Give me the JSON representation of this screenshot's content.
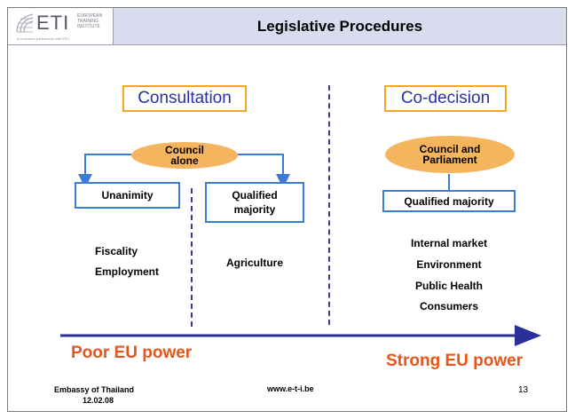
{
  "header": {
    "title": "Legislative Procedures",
    "logo": {
      "name": "ETI",
      "sub_lines": [
        "EUROPEAN",
        "TRAINING",
        "INSTITUTE"
      ],
      "tagline": "in exclusive partnership with ERC"
    }
  },
  "consultation": {
    "title": "Consultation",
    "decider": [
      "Council",
      "alone"
    ],
    "branches": [
      {
        "box": [
          "Unanimity"
        ],
        "items": [
          "Fiscality",
          "Employment"
        ]
      },
      {
        "box": [
          "Qualified",
          "majority"
        ],
        "items": [
          "Agriculture"
        ]
      }
    ]
  },
  "codecision": {
    "title": "Co-decision",
    "decider": [
      "Council and",
      "Parliament"
    ],
    "box": "Qualified majority",
    "items": [
      "Internal market",
      "Environment",
      "Public Health",
      "Consumers"
    ]
  },
  "axis": {
    "left_label": "Poor EU power",
    "right_label": "Strong EU power"
  },
  "footer": {
    "organization": "Embassy of Thailand",
    "date": "12.02.08",
    "url": "www.e-t-i.be",
    "page_number": "13"
  },
  "colors": {
    "accent_box_border": "#f5a623",
    "title_text": "#2b2fa6",
    "ellipse_fill": "#f4b55e",
    "box_border": "#3a7bd5",
    "arrow": "#2b2f9a",
    "power_text": "#e8541a",
    "header_bg": "#d9dbee"
  }
}
